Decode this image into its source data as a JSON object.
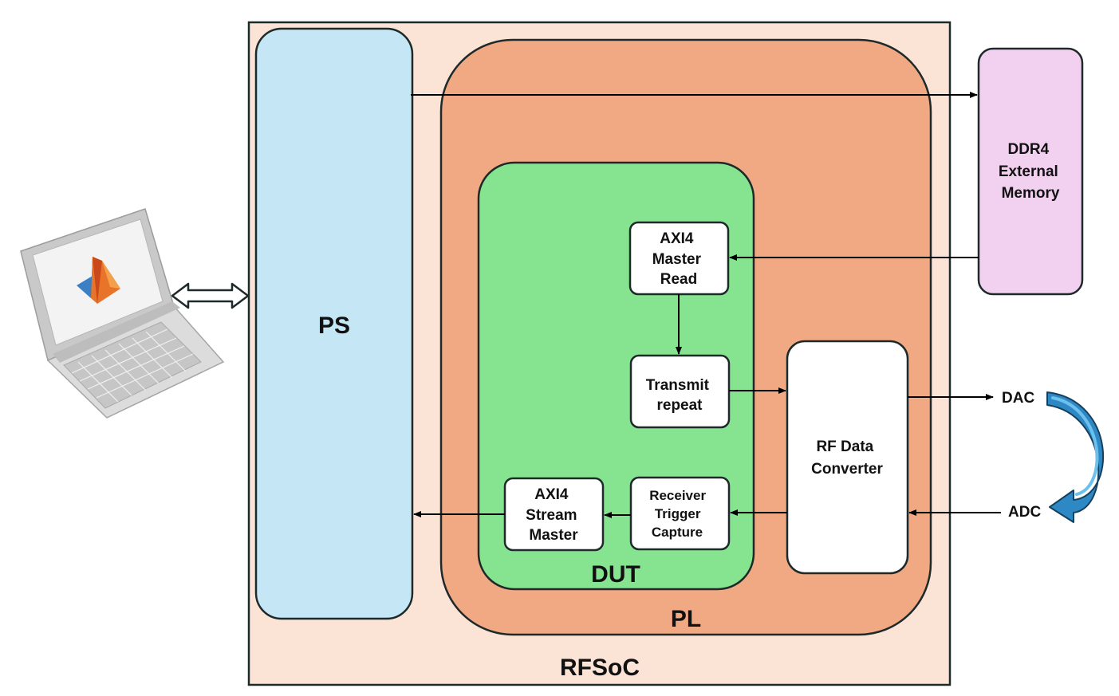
{
  "colors": {
    "rfsoc_fill": "#fbe3d6",
    "ps_fill": "#c5e6f5",
    "pl_fill": "#f1a983",
    "dut_fill": "#86e38f",
    "ddr_fill": "#f2d1f0",
    "block_fill": "#ffffff",
    "loop_arrow": "#2e88c4"
  },
  "blocks": {
    "rfsoc": "RFSoC",
    "ps": "PS",
    "pl": "PL",
    "dut": "DUT",
    "ddr": [
      "DDR4",
      "External",
      "Memory"
    ],
    "axi_read": [
      "AXI4",
      "Master",
      "Read"
    ],
    "transmit": [
      "Transmit",
      "repeat"
    ],
    "rf_conv": [
      "RF Data",
      "Converter"
    ],
    "receiver": [
      "Receiver",
      "Trigger",
      "Capture"
    ],
    "axi_stream": [
      "AXI4",
      "Stream",
      "Master"
    ]
  },
  "ports": {
    "dac": "DAC",
    "adc": "ADC"
  },
  "icons": {
    "host": "laptop-matlab-icon",
    "link": "bidirectional-arrow-icon",
    "loopback": "curved-loopback-arrow-icon"
  }
}
